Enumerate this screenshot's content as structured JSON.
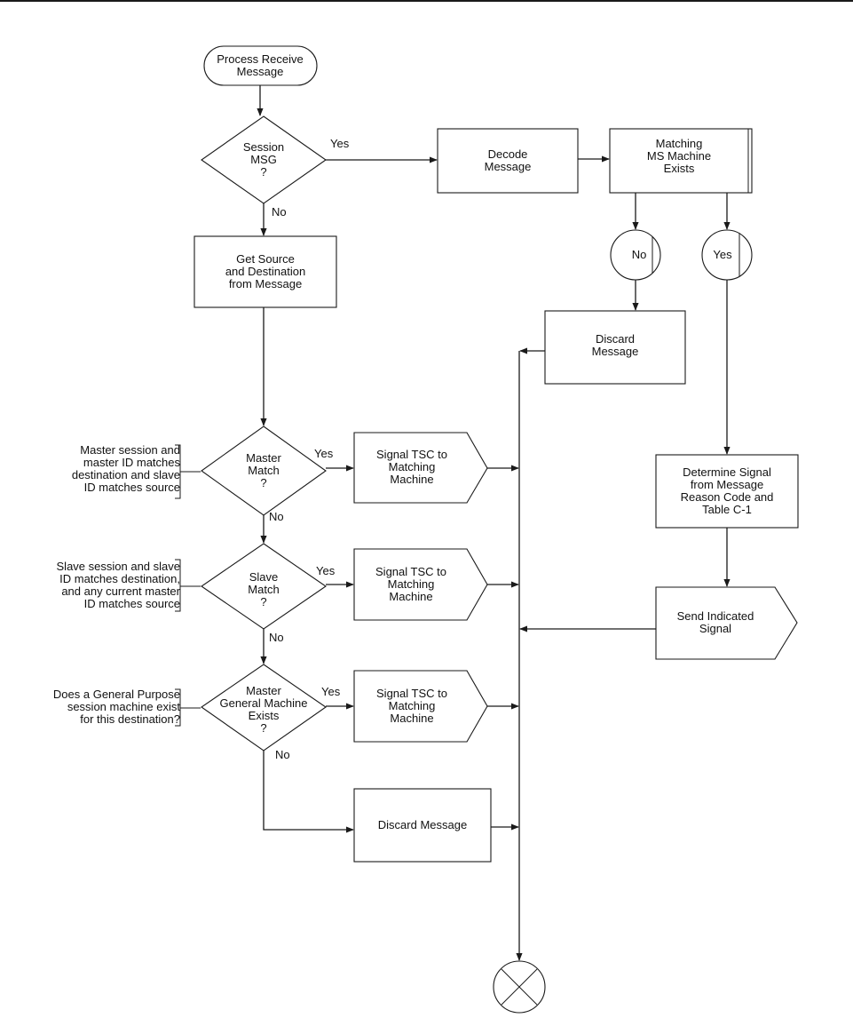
{
  "nodes": {
    "start": [
      "Process Receive",
      "Message"
    ],
    "session_msg": [
      "Session",
      "MSG",
      "?"
    ],
    "decode": [
      "Decode",
      "Message"
    ],
    "matching_exists": [
      "Matching",
      "MS Machine",
      "Exists"
    ],
    "conn_no": [
      "No"
    ],
    "conn_yes": [
      "Yes"
    ],
    "get_source": [
      "Get Source",
      "and Destination",
      "from Message"
    ],
    "discard_top": [
      "Discard",
      "Message"
    ],
    "master_match": [
      "Master",
      "Match",
      "?"
    ],
    "signal_1": [
      "Signal TSC to",
      "Matching",
      "Machine"
    ],
    "determine_signal": [
      "Determine Signal",
      "from Message",
      "Reason Code and",
      "Table C-1"
    ],
    "slave_match": [
      "Slave",
      "Match",
      "?"
    ],
    "signal_2": [
      "Signal TSC to",
      "Matching",
      "Machine"
    ],
    "send_signal": [
      "Send Indicated",
      "Signal"
    ],
    "master_general": [
      "Master",
      "General Machine",
      "Exists",
      "?"
    ],
    "signal_3": [
      "Signal TSC to",
      "Matching",
      "Machine"
    ],
    "discard_bottom": [
      "Discard Message"
    ]
  },
  "edge_labels": {
    "session_yes": "Yes",
    "session_no": "No",
    "master_yes": "Yes",
    "master_no": "No",
    "slave_yes": "Yes",
    "slave_no": "No",
    "general_yes": "Yes",
    "general_no": "No"
  },
  "annotations": {
    "master_note": [
      "Master session and",
      "master ID matches",
      "destination and slave",
      "ID matches source"
    ],
    "slave_note": [
      "Slave session and slave",
      "ID matches destination,",
      "and any current master",
      "ID matches source"
    ],
    "general_note": [
      "Does a General Purpose",
      "session machine exist",
      "for this destination?"
    ]
  },
  "colors": {
    "ink": "#1a1a1a",
    "background": "#ffffff"
  }
}
